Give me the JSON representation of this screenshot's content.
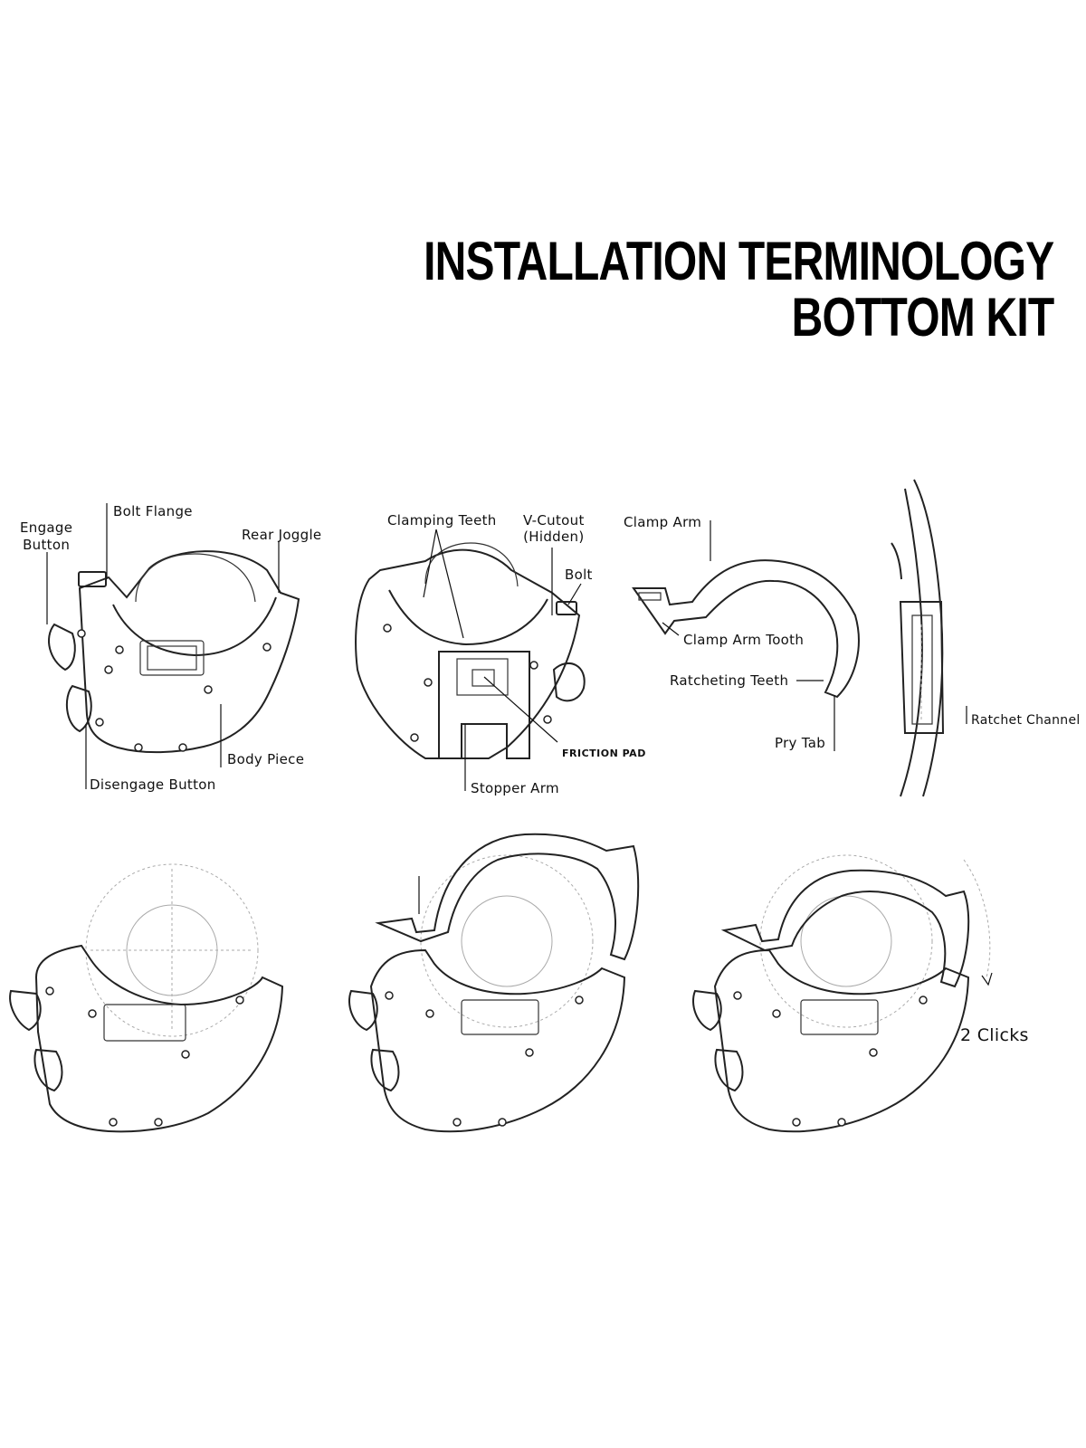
{
  "title": {
    "line1": "INSTALLATION TERMINOLOGY",
    "line2": "BOTTOM KIT"
  },
  "labels": {
    "engage_button": "Engage\nButton",
    "bolt_flange": "Bolt Flange",
    "rear_joggle": "Rear Joggle",
    "body_piece": "Body Piece",
    "disengage_button": "Disengage Button",
    "clamping_teeth": "Clamping Teeth",
    "v_cutout": "V-Cutout\n(Hidden)",
    "bolt": "Bolt",
    "friction_pad": "FRICTION PAD",
    "stopper_arm": "Stopper Arm",
    "clamp_arm": "Clamp Arm",
    "clamp_arm_tooth": "Clamp Arm Tooth",
    "ratcheting_teeth": "Ratcheting Teeth",
    "pry_tab": "Pry Tab",
    "ratchet_channel": "Ratchet Channel",
    "two_clicks": "2 Clicks"
  }
}
